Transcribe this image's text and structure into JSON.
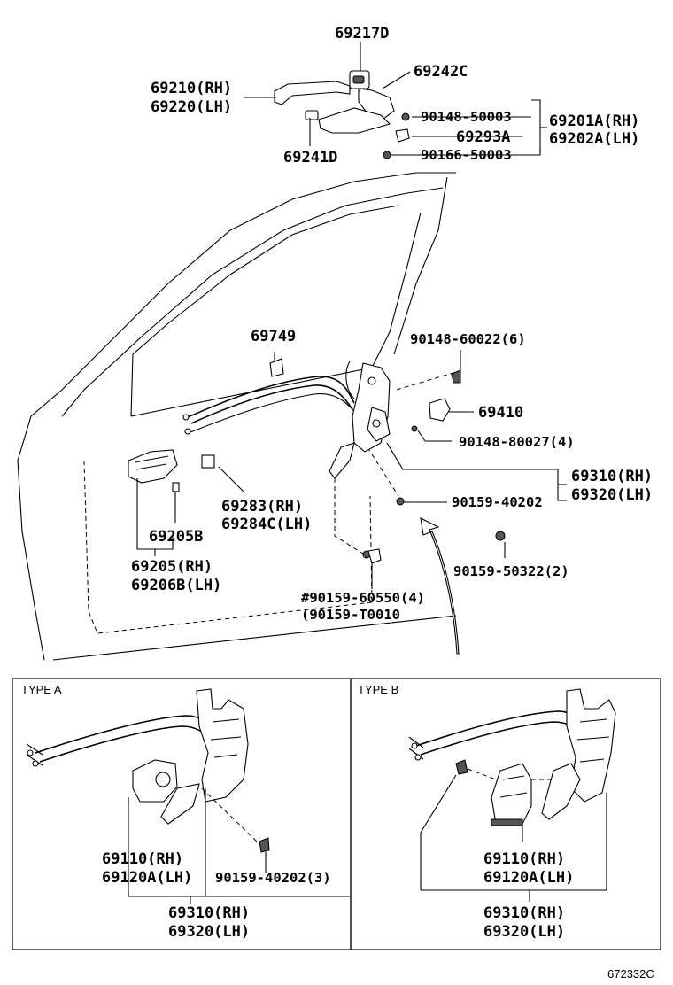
{
  "labels": {
    "p69217D": "69217D",
    "p69242C": "69242C",
    "p69210": "69210(RH)",
    "p69220": "69220(LH)",
    "p90148_50003": "90148-50003",
    "p69201A": "69201A(RH)",
    "p69202A": "69202A(LH)",
    "p69293A": "69293A",
    "p69241D": "69241D",
    "p90166_50003": "90166-50003",
    "p69749": "69749",
    "p90148_60022": "90148-60022(6)",
    "p69410": "69410",
    "p90148_80027": "90148-80027(4)",
    "p69310": "69310(RH)",
    "p69320": "69320(LH)",
    "p90159_40202": "90159-40202",
    "p69283": "69283(RH)",
    "p69284C": "69284C(LH)",
    "p69205B": "69205B",
    "p90159_50322": "90159-50322(2)",
    "p69205": "69205(RH)",
    "p69206B": "69206B(LH)",
    "p90159_60550": "#90159-60550(4)",
    "p90159_T0010": "(90159-T0010"
  },
  "type_a": {
    "title": "TYPE  A",
    "p69110": "69110(RH)",
    "p69120A": "69120A(LH)",
    "p90159_40202": "90159-40202(3)",
    "p69310": "69310(RH)",
    "p69320": "69320(LH)"
  },
  "type_b": {
    "title": "TYPE  B",
    "p69110": "69110(RH)",
    "p69120A": "69120A(LH)",
    "p69310": "69310(RH)",
    "p69320": "69320(LH)"
  },
  "figure_code": "672332C"
}
